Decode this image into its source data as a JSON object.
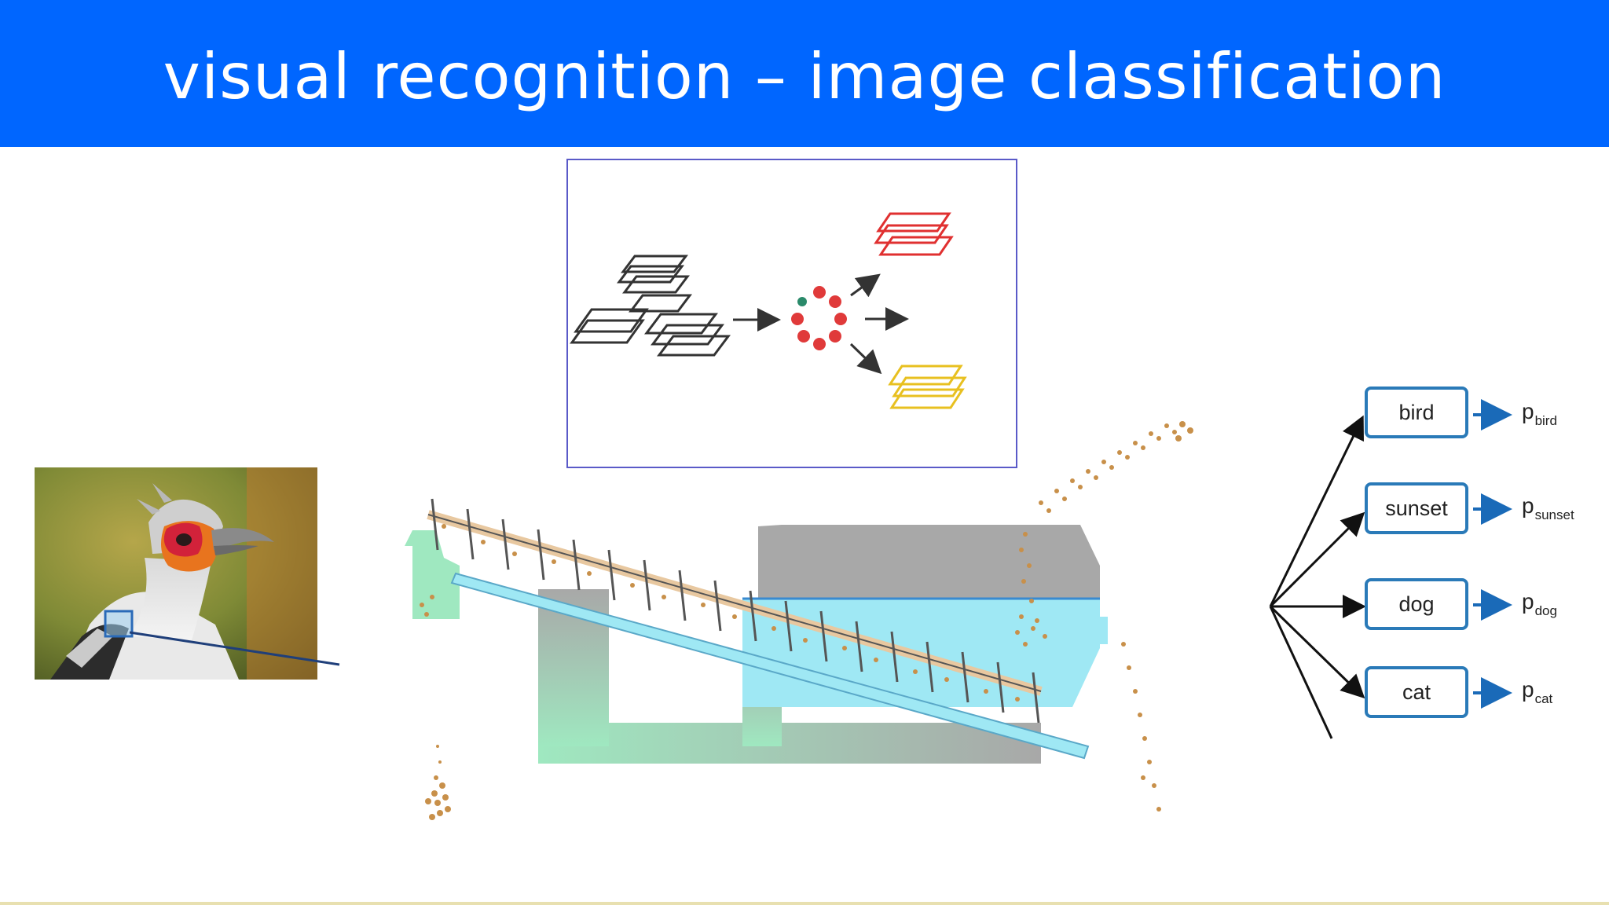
{
  "slide": {
    "title": "visual recognition – image classification"
  },
  "classifier": {
    "classes": [
      {
        "label": "bird",
        "prob_main": "p",
        "prob_sub": "bird"
      },
      {
        "label": "sunset",
        "prob_main": "p",
        "prob_sub": "sunset"
      },
      {
        "label": "dog",
        "prob_main": "p",
        "prob_sub": "dog"
      },
      {
        "label": "cat",
        "prob_main": "p",
        "prob_sub": "cat"
      }
    ],
    "box_border_color": "#2a7ab8",
    "arrow_color": "#1a6ab8"
  },
  "colors": {
    "title_bar": "#0066ff",
    "inset_border": "#5a5ac8",
    "stack_dark": "#333333",
    "stack_red": "#e03030",
    "stack_yellow": "#e8c020",
    "cluster_red": "#e03a3a",
    "cluster_green": "#2a8a6a",
    "machine_grey": "#a8a8a8",
    "machine_cyan": "#9fe8f4",
    "machine_green": "#9fe8c0",
    "particle": "#c8904a"
  }
}
